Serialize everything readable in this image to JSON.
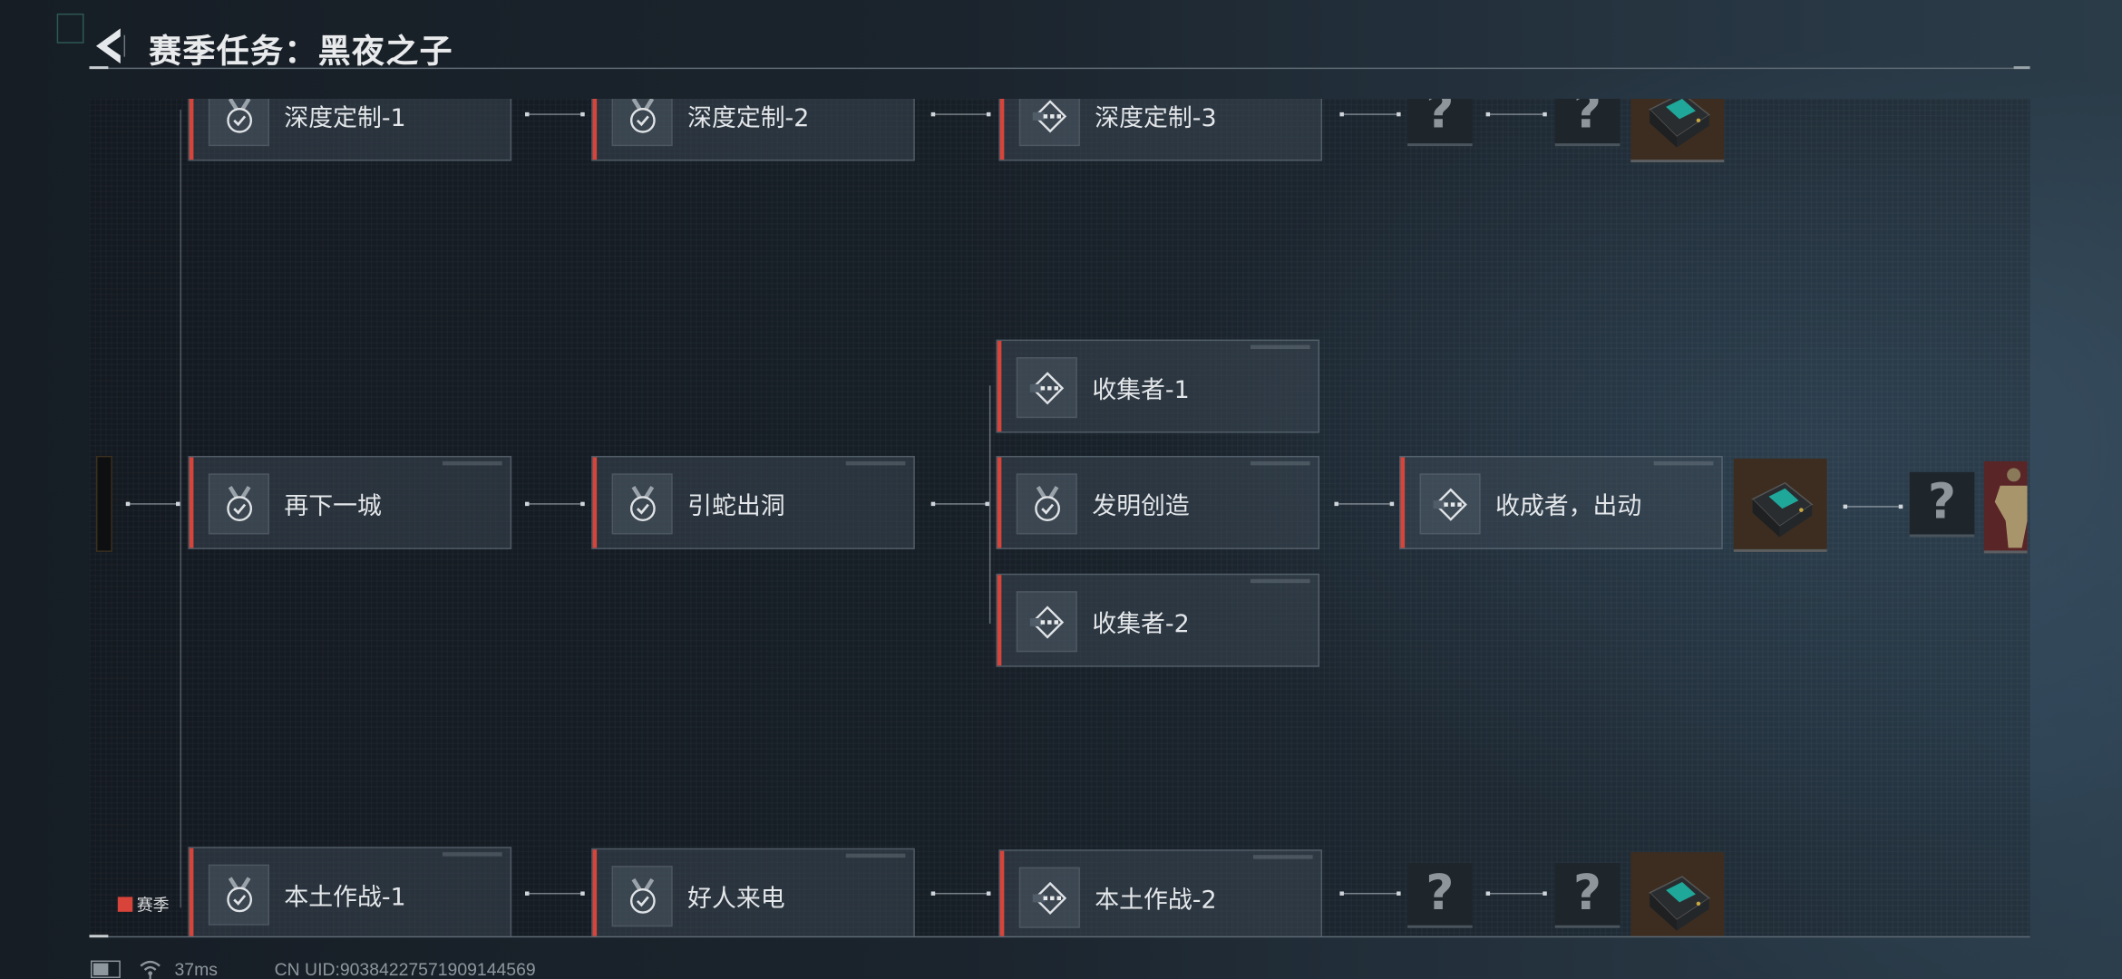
{
  "header": {
    "title": "赛季任务：黑夜之子"
  },
  "tasks": [
    {
      "id": "t1",
      "label": "深度定制-1",
      "icon": "medal-check-icon"
    },
    {
      "id": "t2",
      "label": "深度定制-2",
      "icon": "medal-check-icon"
    },
    {
      "id": "t3",
      "label": "深度定制-3",
      "icon": "diamond-dash-icon"
    },
    {
      "id": "t4",
      "label": "再下一城",
      "icon": "medal-check-icon"
    },
    {
      "id": "t5",
      "label": "引蛇出洞",
      "icon": "medal-check-icon"
    },
    {
      "id": "t6",
      "label": "收集者-1",
      "icon": "diamond-dash-icon"
    },
    {
      "id": "t7",
      "label": "发明创造",
      "icon": "medal-check-icon"
    },
    {
      "id": "t8",
      "label": "收集者-2",
      "icon": "diamond-dash-icon"
    },
    {
      "id": "t9",
      "label": "收成者，出动",
      "icon": "diamond-dash-icon"
    },
    {
      "id": "t10",
      "label": "本土作战-1",
      "icon": "medal-check-icon"
    },
    {
      "id": "t11",
      "label": "好人来电",
      "icon": "medal-check-icon"
    },
    {
      "id": "t12",
      "label": "本土作战-2",
      "icon": "diamond-dash-icon"
    }
  ],
  "locked_symbol": "?",
  "rewards": [
    {
      "type": "locked"
    },
    {
      "type": "locked"
    },
    {
      "type": "crate"
    },
    {
      "type": "crate"
    },
    {
      "type": "locked"
    },
    {
      "type": "character"
    },
    {
      "type": "locked"
    },
    {
      "type": "locked"
    },
    {
      "type": "crate"
    }
  ],
  "legend": {
    "label": "赛季",
    "color": "#d8443a"
  },
  "status": {
    "ping": "37ms",
    "uid": "CN UID:90384227571909144569"
  }
}
